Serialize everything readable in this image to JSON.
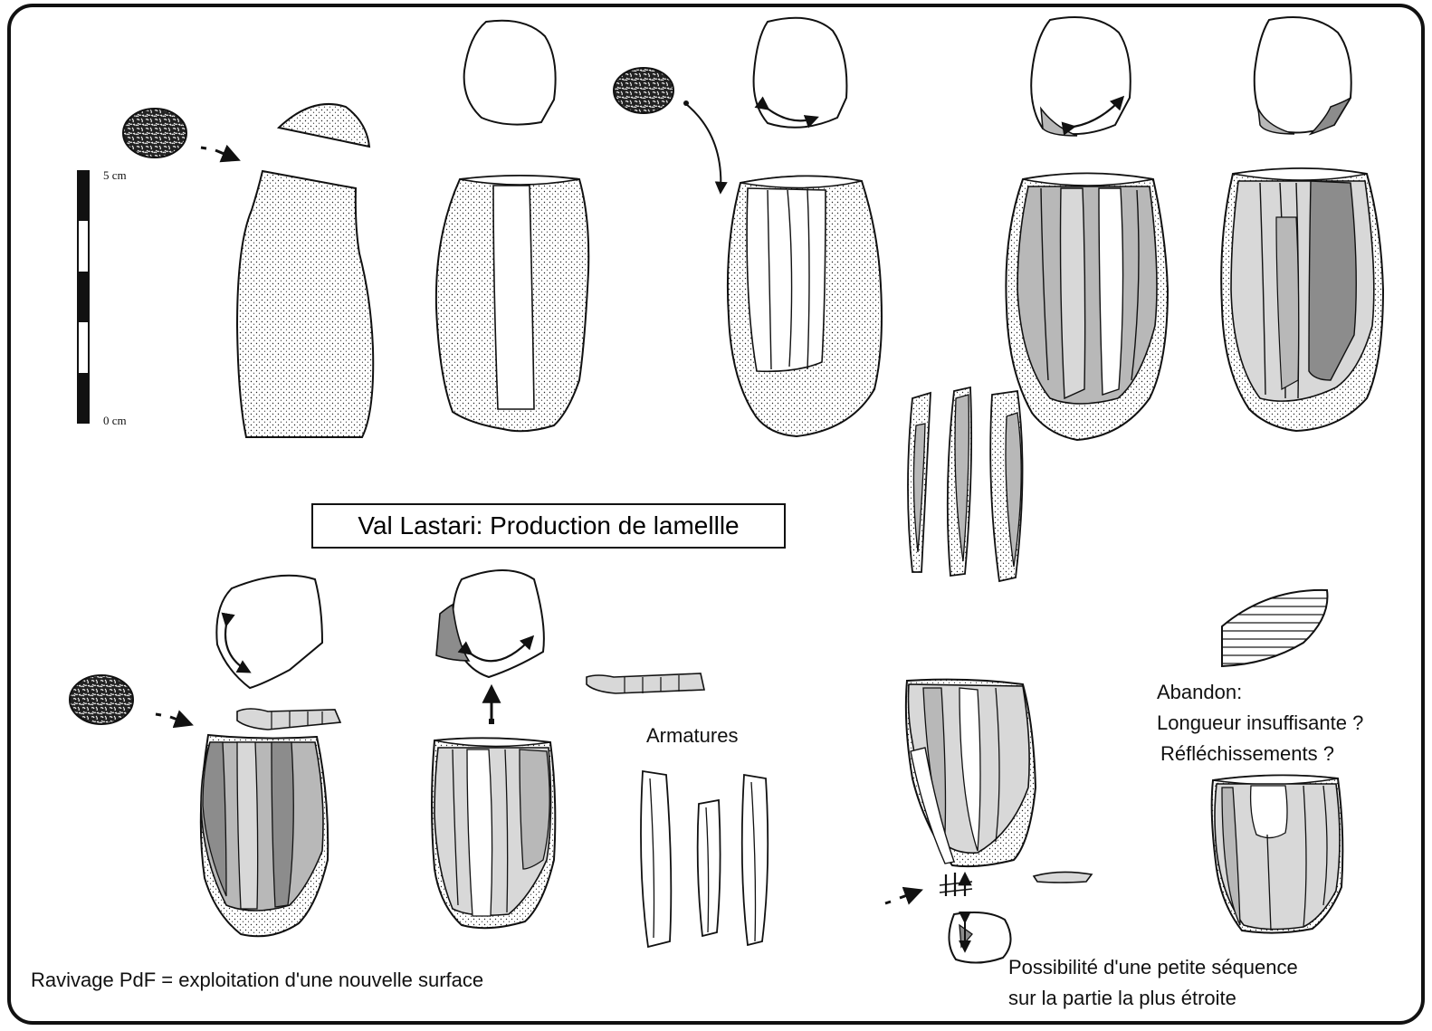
{
  "title": "Val Lastari: Production de lamellle",
  "scale": {
    "top_label": "5 cm",
    "bottom_label": "0 cm"
  },
  "labels": {
    "armatures": "Armatures",
    "ravivage": "Ravivage PdF = exploitation d'une nouvelle surface",
    "abandon_1": "Abandon:",
    "abandon_2": "Longueur insuffisante ?",
    "abandon_3": "Réfléchissements ?",
    "possibilite_1": "Possibilité d'une petite séquence",
    "possibilite_2": "sur la partie la plus étroite"
  },
  "colors": {
    "ink": "#111111",
    "cortex": "#f2f2f2",
    "removal_dark": "#8c8c8c",
    "removal_mid": "#b8b8b8",
    "removal_light": "#d8d8d8",
    "section_hatch": "#111111"
  }
}
